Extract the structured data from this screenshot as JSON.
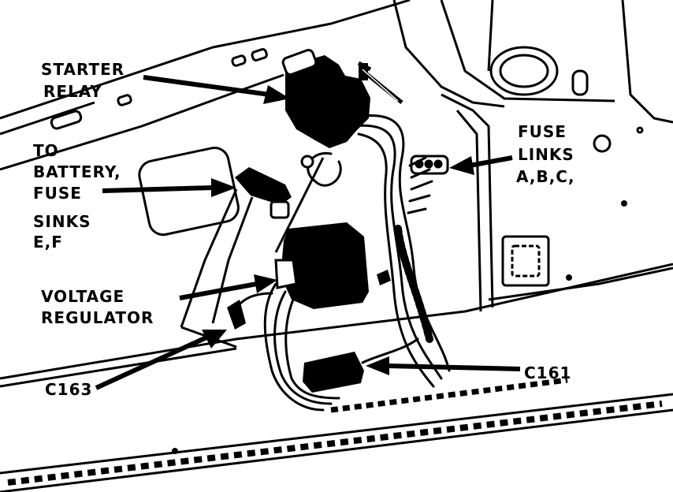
{
  "labels": {
    "starter_relay": [
      "STARTER",
      "RELAY"
    ],
    "to_battery": [
      "TO",
      "BATTERY,",
      "FUSE",
      "SINKS",
      "E,F"
    ],
    "fuse_links": [
      "FUSE",
      "LINKS",
      "A,B,C,"
    ],
    "voltage_regulator": [
      "VOLTAGE",
      "REGULATOR"
    ],
    "c163": "C163",
    "c161": "C161"
  }
}
